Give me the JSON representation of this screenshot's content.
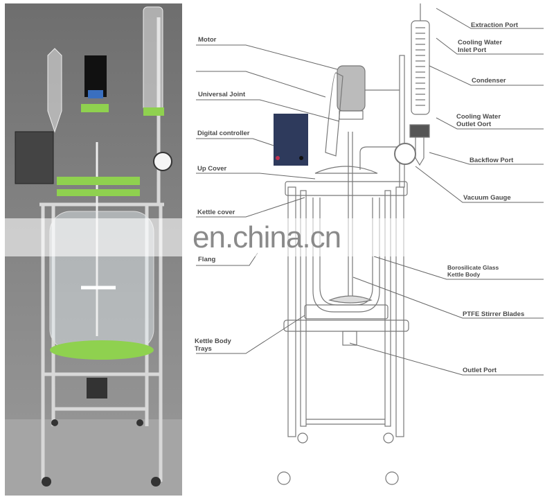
{
  "labels_left": [
    {
      "id": "motor",
      "text": "Motor"
    },
    {
      "id": "universal-joint",
      "text": "Universal Joint"
    },
    {
      "id": "digital-controller",
      "text": "Digital controller"
    },
    {
      "id": "up-cover",
      "text": "Up Cover"
    },
    {
      "id": "kettle-cover",
      "text": "Kettle cover"
    },
    {
      "id": "flang",
      "text": "Flang"
    },
    {
      "id": "kettle-body-trays",
      "text": "Kettle Body\nTrays"
    }
  ],
  "labels_right": [
    {
      "id": "extraction-port",
      "text": "Extraction Port"
    },
    {
      "id": "cooling-water-inlet-port",
      "text": "Cooling Water\nInlet Port"
    },
    {
      "id": "condenser",
      "text": "Condenser"
    },
    {
      "id": "cooling-water-outlet-oort",
      "text": "Cooling Water\nOutlet Oort"
    },
    {
      "id": "backflow-port",
      "text": "Backflow Port"
    },
    {
      "id": "vacuum-gauge",
      "text": "Vacuum Gauge"
    },
    {
      "id": "borosilicate-glass-kettle-body",
      "text": "Borosilicate Glass\nKettle Body"
    },
    {
      "id": "ptfe-stirrer-blades",
      "text": "PTFE Stirrer Blades"
    },
    {
      "id": "outlet-port",
      "text": "Outlet Port"
    }
  ],
  "watermark": "en.china.cn",
  "colors": {
    "frame_green": "#8fd14f",
    "controller_blue": "#2e3a5c",
    "line": "#555555"
  }
}
